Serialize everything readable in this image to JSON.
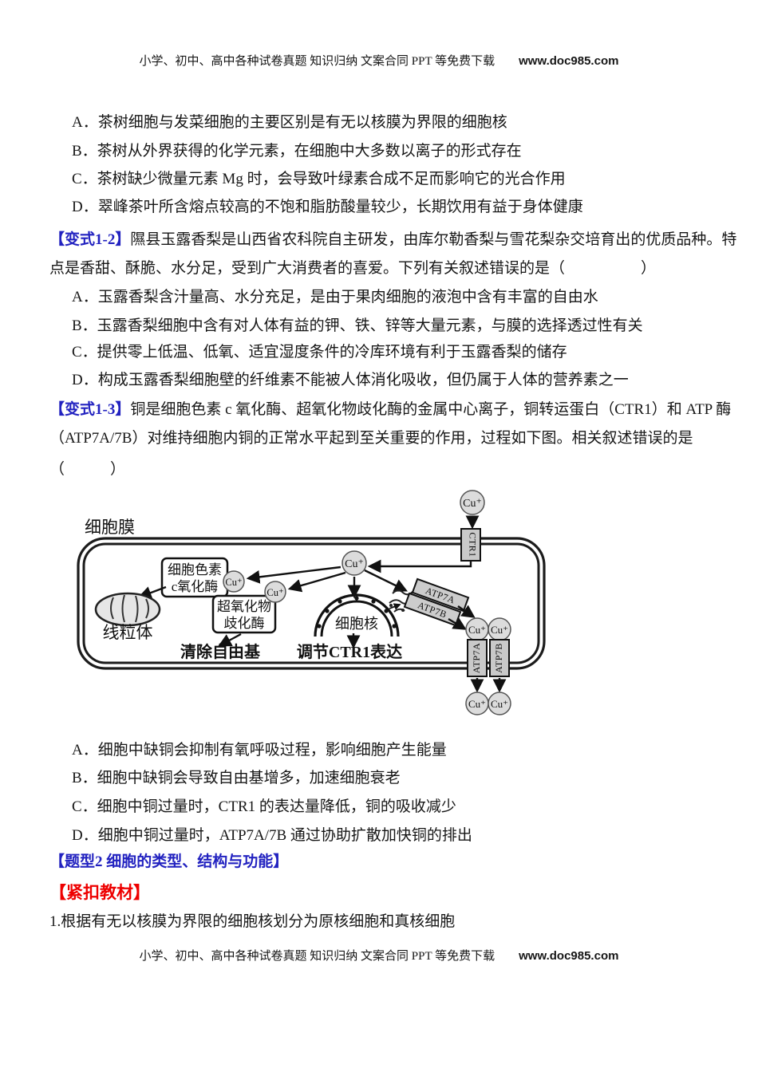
{
  "header": {
    "text": "小学、初中、高中各种试卷真题 知识归纳 文案合同 PPT 等免费下载",
    "url": "www.doc985.com"
  },
  "footer": {
    "text": "小学、初中、高中各种试卷真题 知识归纳 文案合同 PPT 等免费下载",
    "url": "www.doc985.com"
  },
  "q1": {
    "options": [
      "A．茶树细胞与发菜细胞的主要区别是有无以核膜为界限的细胞核",
      "B．茶树从外界获得的化学元素，在细胞中大多数以离子的形式存在",
      "C．茶树缺少微量元素 Mg 时，会导致叶绿素合成不足而影响它的光合作用",
      "D．翠峰茶叶所含熔点较高的不饱和脂肪酸量较少，长期饮用有益于身体健康"
    ]
  },
  "var12": {
    "tag": "【变式1-2】",
    "line1": "隰县玉露香梨是山西省农科院自主研发，由库尔勒香梨与雪花梨杂交培育出的优质品种。特",
    "line2": "点是香甜、酥脆、水分足，受到广大消费者的喜爱。下列有关叙述错误的是（　　　　　）",
    "options": [
      "A．玉露香梨含汁量高、水分充足，是由于果肉细胞的液泡中含有丰富的自由水",
      "B．玉露香梨细胞中含有对人体有益的钾、铁、锌等大量元素，与膜的选择透过性有关",
      "C．提供零上低温、低氧、适宜湿度条件的冷库环境有利于玉露香梨的储存",
      "D．构成玉露香梨细胞壁的纤维素不能被人体消化吸收，但仍属于人体的营养素之一"
    ]
  },
  "var13": {
    "tag": "【变式1-3】",
    "line1": "铜是细胞色素 c 氧化酶、超氧化物歧化酶的金属中心离子，铜转运蛋白（CTR1）和 ATP 酶",
    "line2": "（ATP7A/7B）对维持细胞内铜的正常水平起到至关重要的作用，过程如下图。相关叙述错误的是",
    "line3": "（　　　）",
    "options": [
      "A．细胞中缺铜会抑制有氧呼吸过程，影响细胞产生能量",
      "B．细胞中缺铜会导致自由基增多，加速细胞衰老",
      "C．细胞中铜过量时，CTR1 的表达量降低，铜的吸收减少",
      "D．细胞中铜过量时，ATP7A/7B 通过协助扩散加快铜的排出"
    ]
  },
  "topic2": {
    "heading": "【题型2 细胞的类型、结构与功能】"
  },
  "textbook": {
    "heading": "【紧扣教材】",
    "point1": "1.根据有无以核膜为界限的细胞核划分为原核细胞和真核细胞"
  },
  "diagram": {
    "membrane_label": "细胞膜",
    "cu": "Cu⁺",
    "ctr1": "CTR1",
    "cytochrome_line1": "细胞色素",
    "cytochrome_line2": "c氧化酶",
    "mitochondria": "线粒体",
    "sod_line1": "超氧化物",
    "sod_line2": "歧化酶",
    "nucleus": "细胞核",
    "clear_radicals": "清除自由基",
    "regulate": "调节CTR1表达",
    "atp7a": "ATP7A",
    "atp7b": "ATP7B"
  },
  "colors": {
    "accent_blue": "#2222c0",
    "accent_red": "#ee0000"
  }
}
